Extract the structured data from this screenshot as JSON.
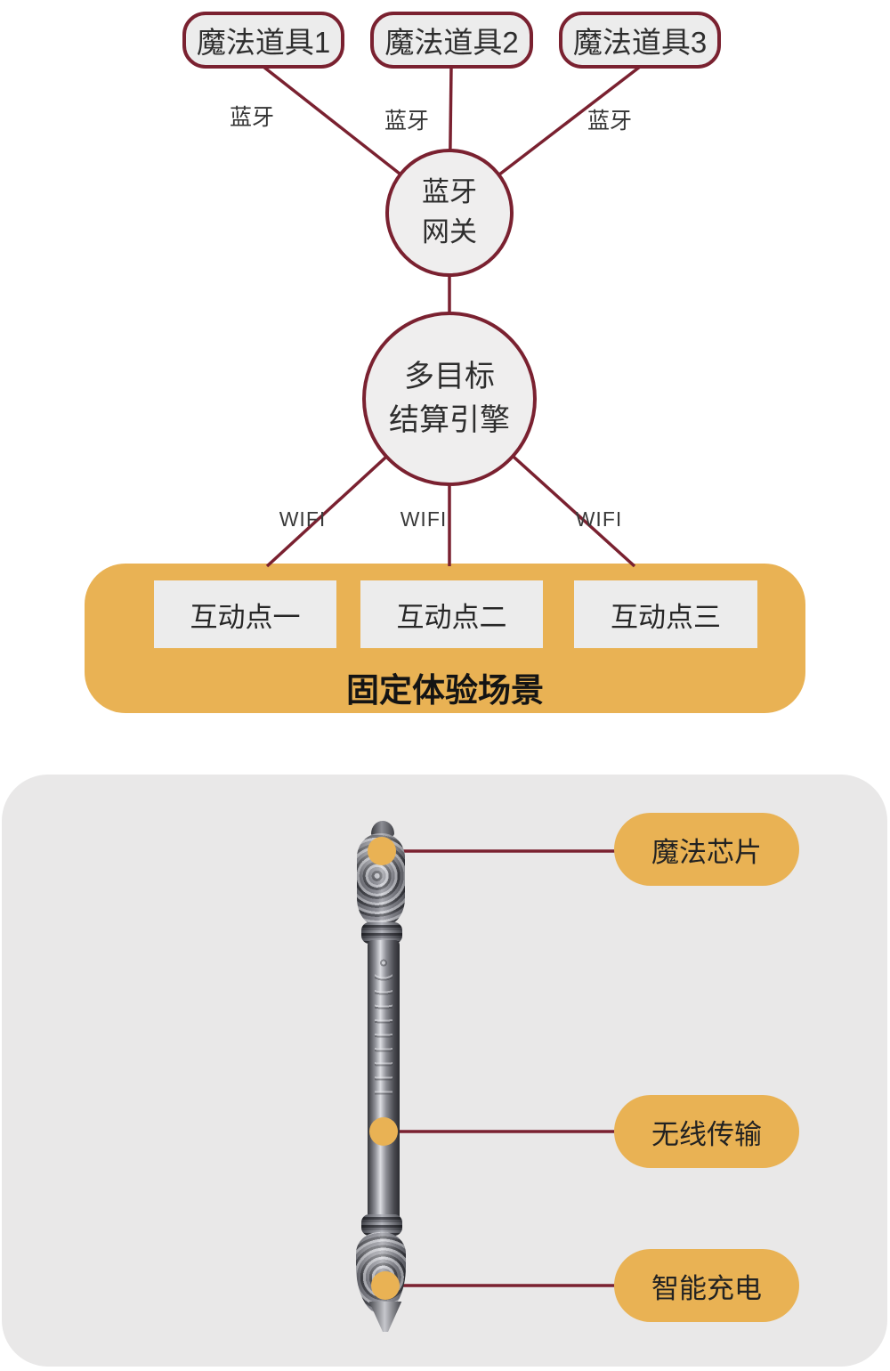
{
  "colors": {
    "maroon_line": "#7a2130",
    "accent_orange": "#e9b254",
    "node_fill": "#ececec",
    "panel_fill": "#e9e8e8"
  },
  "topology": {
    "devices": [
      {
        "label": "魔法道具1"
      },
      {
        "label": "魔法道具2"
      },
      {
        "label": "魔法道具3"
      }
    ],
    "device_link_labels": [
      "蓝牙",
      "蓝牙",
      "蓝牙"
    ],
    "gateway": {
      "line1": "蓝牙",
      "line2": "网关"
    },
    "engine": {
      "line1": "多目标",
      "line2": "结算引擎"
    },
    "scene_link_labels": [
      "WIFI",
      "WIFI",
      "WIFI"
    ],
    "scene": {
      "caption": "固定体验场景",
      "points": [
        {
          "label": "互动点一"
        },
        {
          "label": "互动点二"
        },
        {
          "label": "互动点三"
        }
      ]
    }
  },
  "wand_panel": {
    "callouts": [
      {
        "label": "魔法芯片"
      },
      {
        "label": "无线传输"
      },
      {
        "label": "智能充电"
      }
    ]
  }
}
